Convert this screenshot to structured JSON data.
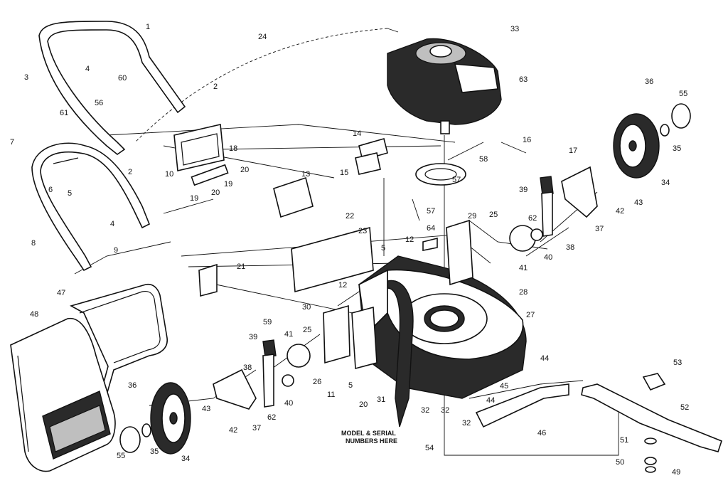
{
  "labels": [
    {
      "id": "1",
      "text": "1"
    },
    {
      "id": "2a",
      "text": "2"
    },
    {
      "id": "2b",
      "text": "2"
    },
    {
      "id": "3",
      "text": "3"
    },
    {
      "id": "4a",
      "text": "4"
    },
    {
      "id": "4b",
      "text": "4"
    },
    {
      "id": "5a",
      "text": "5"
    },
    {
      "id": "5b",
      "text": "5"
    },
    {
      "id": "5c",
      "text": "5"
    },
    {
      "id": "6",
      "text": "6"
    },
    {
      "id": "7",
      "text": "7"
    },
    {
      "id": "8",
      "text": "8"
    },
    {
      "id": "9",
      "text": "9"
    },
    {
      "id": "10",
      "text": "10"
    },
    {
      "id": "11",
      "text": "11"
    },
    {
      "id": "12a",
      "text": "12"
    },
    {
      "id": "12b",
      "text": "12"
    },
    {
      "id": "13",
      "text": "13"
    },
    {
      "id": "14",
      "text": "14"
    },
    {
      "id": "15",
      "text": "15"
    },
    {
      "id": "16",
      "text": "16"
    },
    {
      "id": "17",
      "text": "17"
    },
    {
      "id": "18",
      "text": "18"
    },
    {
      "id": "19a",
      "text": "19"
    },
    {
      "id": "19b",
      "text": "19"
    },
    {
      "id": "20a",
      "text": "20"
    },
    {
      "id": "20b",
      "text": "20"
    },
    {
      "id": "20c",
      "text": "20"
    },
    {
      "id": "21",
      "text": "21"
    },
    {
      "id": "22",
      "text": "22"
    },
    {
      "id": "23",
      "text": "23"
    },
    {
      "id": "24",
      "text": "24"
    },
    {
      "id": "25a",
      "text": "25"
    },
    {
      "id": "25b",
      "text": "25"
    },
    {
      "id": "26",
      "text": "26"
    },
    {
      "id": "27",
      "text": "27"
    },
    {
      "id": "28",
      "text": "28"
    },
    {
      "id": "29",
      "text": "29"
    },
    {
      "id": "30",
      "text": "30"
    },
    {
      "id": "31",
      "text": "31"
    },
    {
      "id": "32a",
      "text": "32"
    },
    {
      "id": "32b",
      "text": "32"
    },
    {
      "id": "32c",
      "text": "32"
    },
    {
      "id": "33",
      "text": "33"
    },
    {
      "id": "34a",
      "text": "34"
    },
    {
      "id": "34b",
      "text": "34"
    },
    {
      "id": "35a",
      "text": "35"
    },
    {
      "id": "35b",
      "text": "35"
    },
    {
      "id": "36a",
      "text": "36"
    },
    {
      "id": "36b",
      "text": "36"
    },
    {
      "id": "37a",
      "text": "37"
    },
    {
      "id": "37b",
      "text": "37"
    },
    {
      "id": "38a",
      "text": "38"
    },
    {
      "id": "38b",
      "text": "38"
    },
    {
      "id": "39a",
      "text": "39"
    },
    {
      "id": "39b",
      "text": "39"
    },
    {
      "id": "40a",
      "text": "40"
    },
    {
      "id": "40b",
      "text": "40"
    },
    {
      "id": "41a",
      "text": "41"
    },
    {
      "id": "41b",
      "text": "41"
    },
    {
      "id": "42a",
      "text": "42"
    },
    {
      "id": "42b",
      "text": "42"
    },
    {
      "id": "43a",
      "text": "43"
    },
    {
      "id": "43b",
      "text": "43"
    },
    {
      "id": "44a",
      "text": "44"
    },
    {
      "id": "44b",
      "text": "44"
    },
    {
      "id": "45",
      "text": "45"
    },
    {
      "id": "46",
      "text": "46"
    },
    {
      "id": "47",
      "text": "47"
    },
    {
      "id": "48",
      "text": "48"
    },
    {
      "id": "49",
      "text": "49"
    },
    {
      "id": "50",
      "text": "50"
    },
    {
      "id": "51",
      "text": "51"
    },
    {
      "id": "52",
      "text": "52"
    },
    {
      "id": "53",
      "text": "53"
    },
    {
      "id": "54",
      "text": "54"
    },
    {
      "id": "55a",
      "text": "55"
    },
    {
      "id": "55b",
      "text": "55"
    },
    {
      "id": "56",
      "text": "56"
    },
    {
      "id": "57a",
      "text": "57"
    },
    {
      "id": "57b",
      "text": "57"
    },
    {
      "id": "58",
      "text": "58"
    },
    {
      "id": "59",
      "text": "59"
    },
    {
      "id": "60",
      "text": "60"
    },
    {
      "id": "61",
      "text": "61"
    },
    {
      "id": "62a",
      "text": "62"
    },
    {
      "id": "62b",
      "text": "62"
    },
    {
      "id": "63",
      "text": "63"
    },
    {
      "id": "64",
      "text": "64"
    }
  ],
  "note": {
    "line1": "MODEL & SERIAL",
    "line2": "NUMBERS HERE"
  }
}
